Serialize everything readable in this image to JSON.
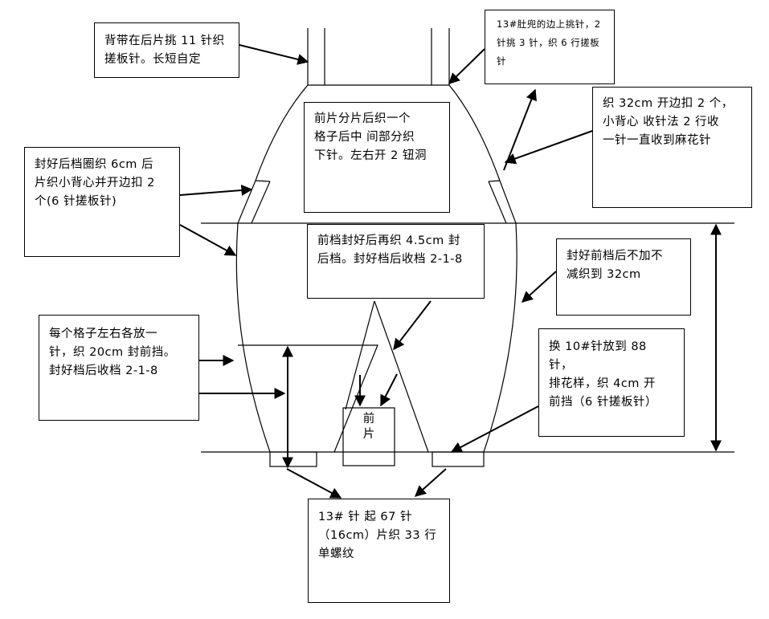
{
  "notes": {
    "strap": "背带在后片挑 11 针织\n搓板针。长短自定",
    "bib_edge": "13#肚兜的边上挑针，2\n针挑 3 针，织 6 行搓板\n针",
    "front_split": "前片分片后织一个\n格子后中 间部分织\n下针。左右开 2 钮洞",
    "knit_32": "织 32cm 开边扣 2 个，\n小背心 收针法 2 行收\n一针一直收到麻花针",
    "back_armhole": "封好后档圈织 6cm 后\n片织小背心并开边扣 2\n个(6 针搓板针)",
    "front_crotch_close": "前档封好后再织 4.5cm 封\n后档。封好档后收档 2-1-8",
    "no_change": "封好前档后不加不\n减织到 32cm",
    "grid_increase": "每个格子左右各放一\n针，织 20cm 封前挡。\n封好档后收档 2-1-8",
    "needle_change": "换 10#针放到 88 针，\n排花样，织 4cm 开\n前挡（6 针搓板针）",
    "cast_on": "13# 针 起  67  针\n（16cm）片织 33 行\n单螺纹"
  },
  "labels": {
    "front_piece": "前\n片"
  }
}
